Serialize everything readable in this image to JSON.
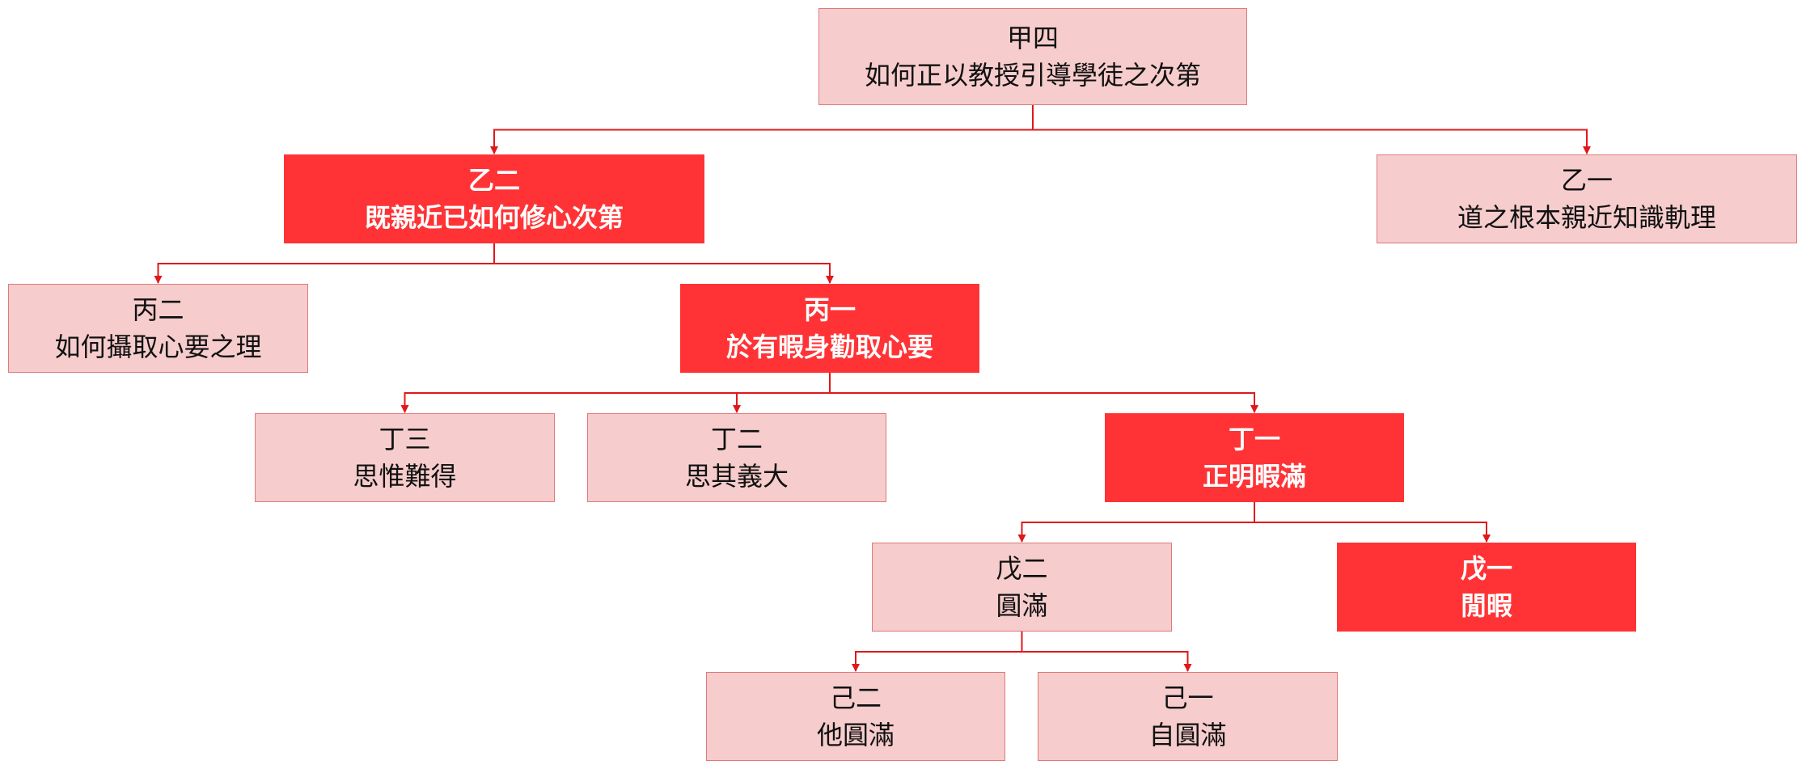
{
  "colors": {
    "highlight_fill": "#ff3336",
    "normal_fill": "#f6cccc",
    "normal_border": "#e07a7a",
    "connector": "#e0181b"
  },
  "nodes": {
    "jia4": {
      "code": "甲四",
      "title": "如何正以教授引導學徒之次第",
      "highlight": false
    },
    "yi2": {
      "code": "乙二",
      "title": "既親近已如何修心次第",
      "highlight": true
    },
    "yi1": {
      "code": "乙一",
      "title": "道之根本親近知識軌理",
      "highlight": false
    },
    "bing2": {
      "code": "丙二",
      "title": "如何攝取心要之理",
      "highlight": false
    },
    "bing1": {
      "code": "丙一",
      "title": "於有暇身勸取心要",
      "highlight": true
    },
    "ding3": {
      "code": "丁三",
      "title": "思惟難得",
      "highlight": false
    },
    "ding2": {
      "code": "丁二",
      "title": "思其義大",
      "highlight": false
    },
    "ding1": {
      "code": "丁一",
      "title": "正明暇滿",
      "highlight": true
    },
    "wu2": {
      "code": "戊二",
      "title": "圓滿",
      "highlight": false
    },
    "wu1": {
      "code": "戊一",
      "title": "閒暇",
      "highlight": true
    },
    "ji2": {
      "code": "己二",
      "title": "他圓滿",
      "highlight": false
    },
    "ji1": {
      "code": "己一",
      "title": "自圓滿",
      "highlight": false
    }
  },
  "edges": [
    [
      "jia4",
      "yi2"
    ],
    [
      "jia4",
      "yi1"
    ],
    [
      "yi2",
      "bing2"
    ],
    [
      "yi2",
      "bing1"
    ],
    [
      "bing1",
      "ding3"
    ],
    [
      "bing1",
      "ding2"
    ],
    [
      "bing1",
      "ding1"
    ],
    [
      "ding1",
      "wu2"
    ],
    [
      "ding1",
      "wu1"
    ],
    [
      "wu2",
      "ji2"
    ],
    [
      "wu2",
      "ji1"
    ]
  ]
}
